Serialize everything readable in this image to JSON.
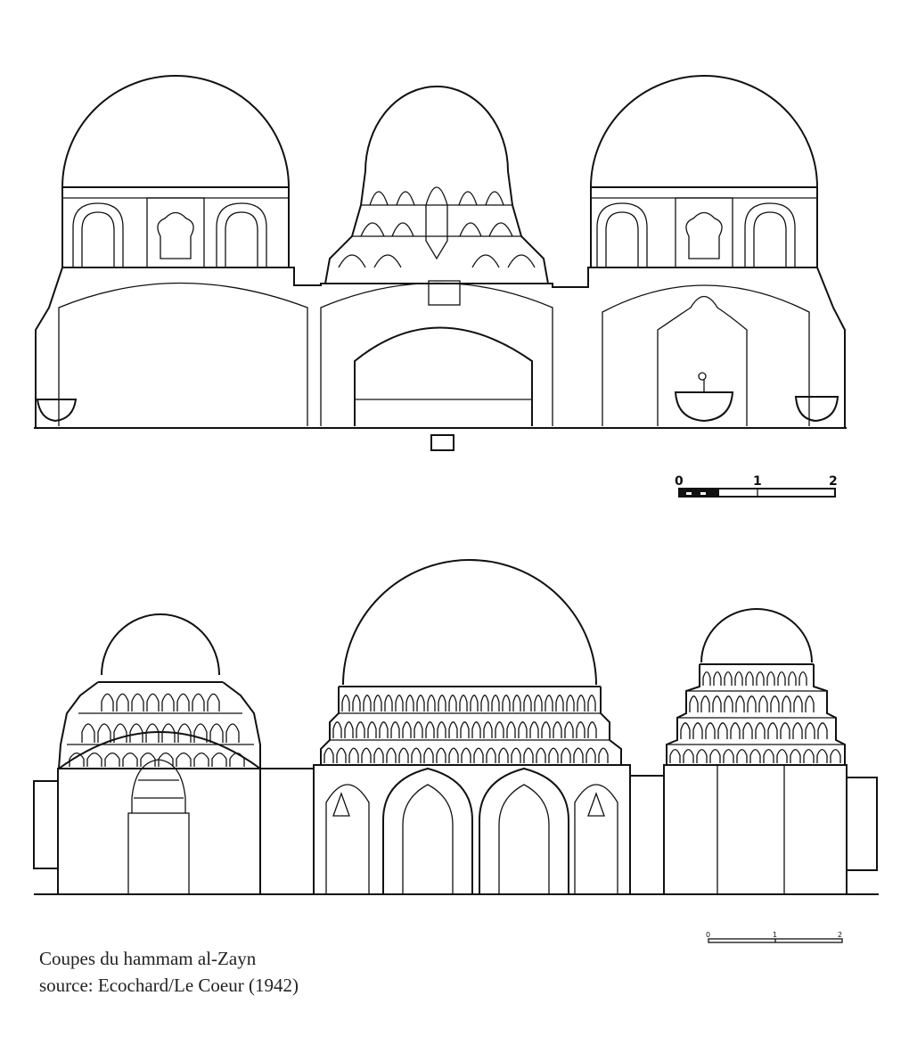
{
  "caption": {
    "title": "Coupes du hammam al-Zayn",
    "source": "source: Ecochard/Le Coeur (1942)"
  },
  "top_section": {
    "scale_labels": [
      "0",
      "1",
      "2"
    ]
  },
  "bottom_section": {
    "scale_labels": [
      "0",
      "1",
      "2"
    ]
  },
  "colors": {
    "ink": "#111111",
    "paper": "#ffffff"
  }
}
